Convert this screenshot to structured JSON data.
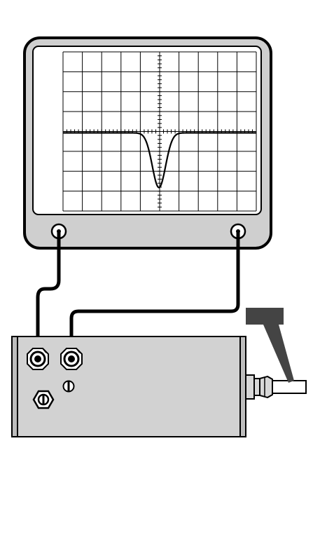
{
  "colors": {
    "background": "#ffffff",
    "outline": "#000000",
    "monitor_bezel": "#cfcfcf",
    "screen": "#ffffff",
    "grid": "#000000",
    "signal_trace": "#000000",
    "device_body": "#d2d2d2",
    "device_end_shade": "#bdbdbd",
    "cable": "#000000",
    "marker_block": "#444444",
    "fitting": "#d8d8d8"
  },
  "oscilloscope": {
    "grid_columns": 10,
    "grid_rows": 8,
    "trace_shape": "single downward dip centered on screen"
  },
  "icons": {
    "left_port": "bnc-connector-icon",
    "right_port": "bnc-connector-icon",
    "adjust_screw": "screw-icon",
    "hex_knob": "hex-nut-icon"
  }
}
